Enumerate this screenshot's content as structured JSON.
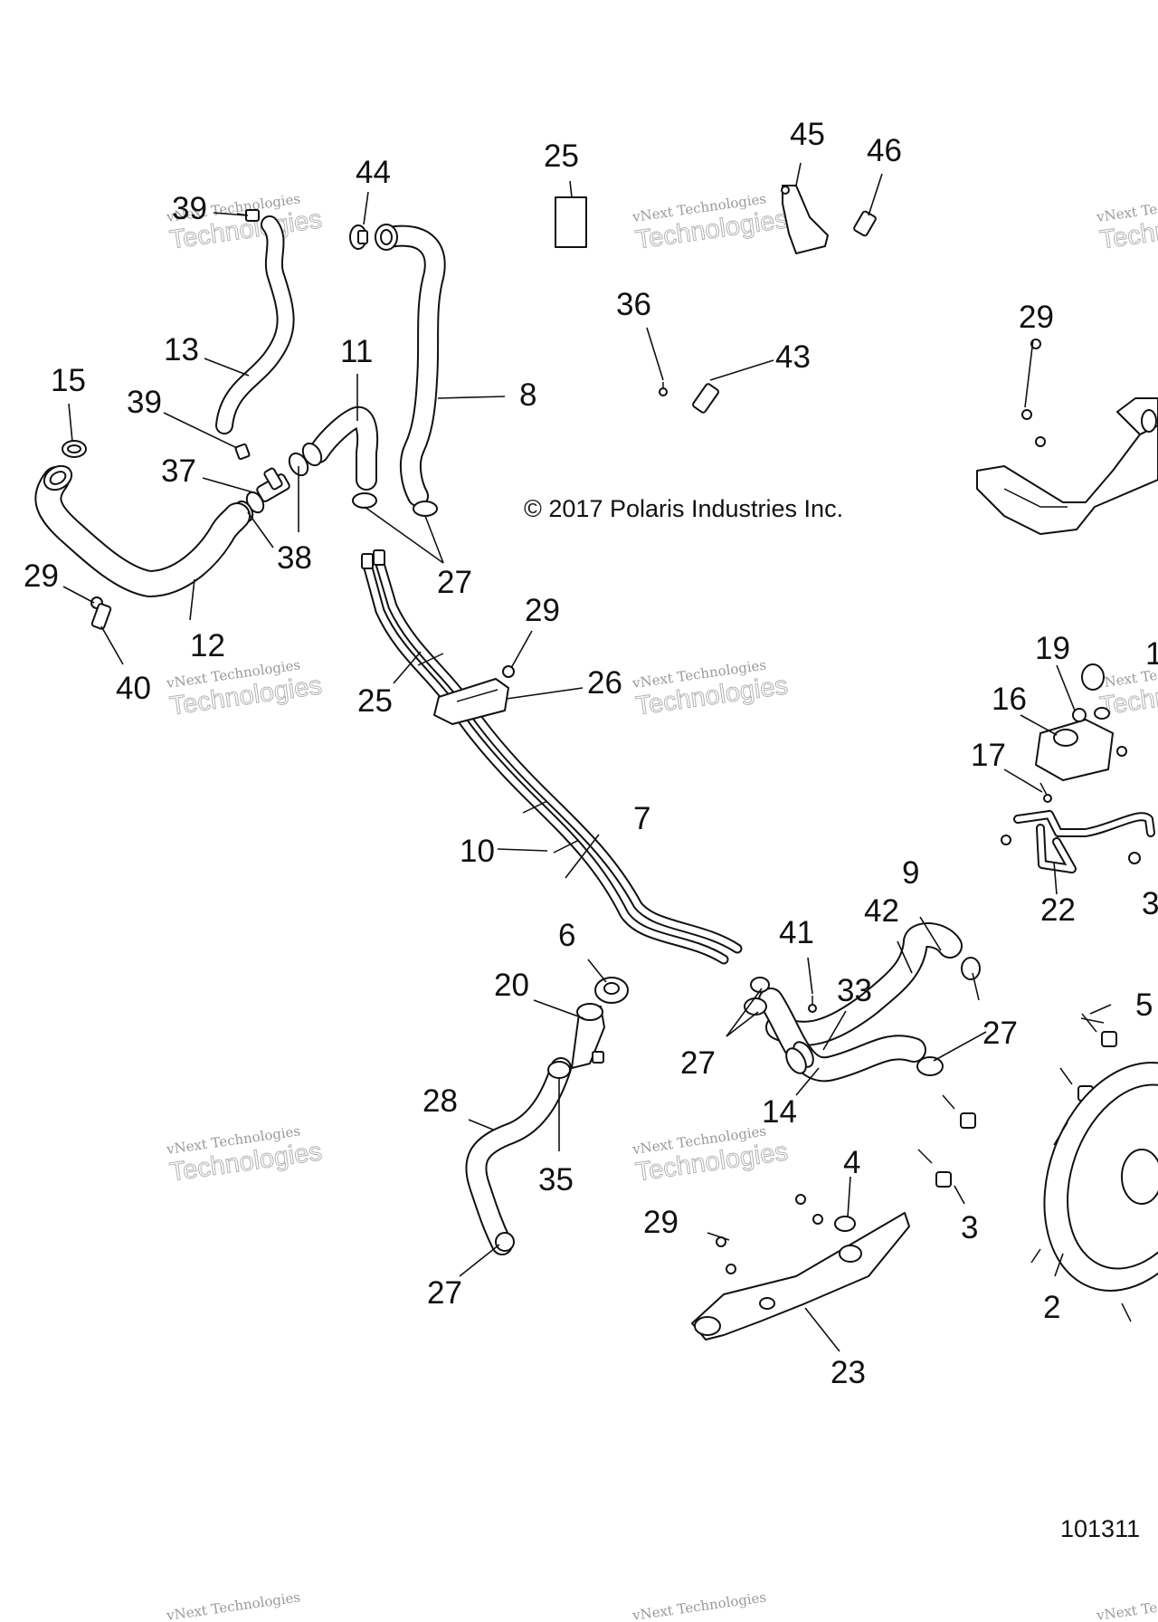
{
  "diagram": {
    "copyright": "© 2017 Polaris Industries Inc.",
    "drawing_number": "101311",
    "watermark": {
      "line1": "vNext Technologies",
      "line2": "Technologies"
    },
    "callouts": [
      {
        "id": "c39a",
        "label": "39"
      },
      {
        "id": "c44",
        "label": "44"
      },
      {
        "id": "c25a",
        "label": "25"
      },
      {
        "id": "c45",
        "label": "45"
      },
      {
        "id": "c46",
        "label": "46"
      },
      {
        "id": "c13",
        "label": "13"
      },
      {
        "id": "c11",
        "label": "11"
      },
      {
        "id": "c8",
        "label": "8"
      },
      {
        "id": "c36",
        "label": "36"
      },
      {
        "id": "c43",
        "label": "43"
      },
      {
        "id": "c29a",
        "label": "29"
      },
      {
        "id": "c15",
        "label": "15"
      },
      {
        "id": "c39b",
        "label": "39"
      },
      {
        "id": "c37",
        "label": "37"
      },
      {
        "id": "c38",
        "label": "38"
      },
      {
        "id": "c27a",
        "label": "27"
      },
      {
        "id": "c29b",
        "label": "29"
      },
      {
        "id": "c12",
        "label": "12"
      },
      {
        "id": "c40",
        "label": "40"
      },
      {
        "id": "c29c",
        "label": "29"
      },
      {
        "id": "c25b",
        "label": "25"
      },
      {
        "id": "c26",
        "label": "26"
      },
      {
        "id": "c19",
        "label": "19"
      },
      {
        "id": "c16",
        "label": "16"
      },
      {
        "id": "c17",
        "label": "17"
      },
      {
        "id": "c7",
        "label": "7"
      },
      {
        "id": "c10",
        "label": "10"
      },
      {
        "id": "c22",
        "label": "22"
      },
      {
        "id": "c9",
        "label": "9"
      },
      {
        "id": "c42",
        "label": "42"
      },
      {
        "id": "c41",
        "label": "41"
      },
      {
        "id": "c6",
        "label": "6"
      },
      {
        "id": "c20",
        "label": "20"
      },
      {
        "id": "c33",
        "label": "33"
      },
      {
        "id": "c27b",
        "label": "27"
      },
      {
        "id": "c27c",
        "label": "27"
      },
      {
        "id": "c5",
        "label": "5"
      },
      {
        "id": "c28",
        "label": "28"
      },
      {
        "id": "c35",
        "label": "35"
      },
      {
        "id": "c14",
        "label": "14"
      },
      {
        "id": "c4",
        "label": "4"
      },
      {
        "id": "c29d",
        "label": "29"
      },
      {
        "id": "c3",
        "label": "3"
      },
      {
        "id": "c27d",
        "label": "27"
      },
      {
        "id": "c2",
        "label": "2"
      },
      {
        "id": "c23",
        "label": "23"
      },
      {
        "id": "c1",
        "label": "1"
      },
      {
        "id": "c3b",
        "label": "3"
      }
    ]
  }
}
